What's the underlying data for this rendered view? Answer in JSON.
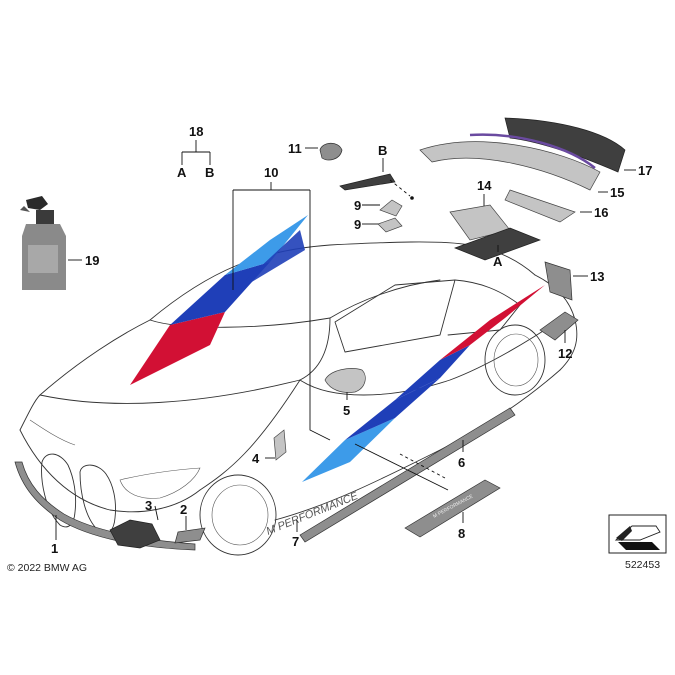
{
  "diagram": {
    "copyright": "© 2022 BMW AG",
    "image_number": "522453",
    "door_sill_lettering": "M PERFORMANCE",
    "sill_lettering": "M PERFORMANCE",
    "sub_callout_a": "A",
    "sub_callout_b": "B",
    "callouts": {
      "c1": "1",
      "c2": "2",
      "c3": "3",
      "c4": "4",
      "c5": "5",
      "c6": "6",
      "c7": "7",
      "c8": "8",
      "c9a": "9",
      "c9b": "9",
      "c10": "10",
      "c11": "11",
      "c12": "12",
      "c13": "13",
      "c14": "14",
      "c15": "15",
      "c16": "16",
      "c17": "17",
      "c18": "18",
      "c18a": "A",
      "c18b": "B",
      "c19": "19"
    },
    "colors": {
      "m_light_blue": "#3d9be9",
      "m_dark_blue": "#1f3fb8",
      "m_red": "#d21034",
      "carbon": "#3f3f3f",
      "spray_bottle": "#8a8a8a"
    }
  }
}
